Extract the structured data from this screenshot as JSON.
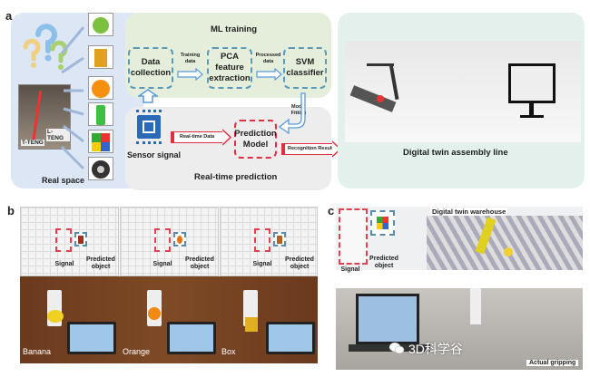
{
  "panel_a": {
    "letter": "a",
    "real_space": {
      "label": "Real space",
      "teng_labels": [
        "L-TENG",
        "T-TENG"
      ],
      "objects": [
        "apple-icon",
        "box-icon",
        "orange-icon",
        "can-icon",
        "rubiks-cube-icon",
        "tape-icon"
      ]
    },
    "ml_training": {
      "title": "ML training",
      "steps": [
        "Data collection",
        "PCA feature extraction",
        "SVM classifier"
      ],
      "arrow_labels": [
        "Training data",
        "Processed data"
      ]
    },
    "real_time_prediction": {
      "title": "Real-time prediction",
      "sensor_label": "Sensor signal",
      "realtime_data": "Real-time Data",
      "prediction_model": "Prediction Model",
      "model_fitting": "Model Fitting",
      "recognition_result": "Recognition Result"
    },
    "digital_twin": {
      "label": "Digital twin assembly line"
    }
  },
  "panel_b": {
    "letter": "b",
    "signal_label": "Signal",
    "predicted_label": "Predicted object",
    "objects": [
      "Banana",
      "Orange",
      "Box"
    ]
  },
  "panel_c": {
    "letter": "c",
    "title": "Digital twin warehouse",
    "signal_label": "Signal",
    "predicted_label": "Predicted object",
    "caption": "Actual gripping",
    "watermark": "3D科学谷"
  },
  "colors": {
    "real_space_bg": "#dde6f4",
    "ml_bg": "#e4eedb",
    "prediction_bg": "#ededed",
    "twin_bg": "#e3f0ec",
    "red": "#e03040",
    "blue": "#5a9ab8"
  }
}
